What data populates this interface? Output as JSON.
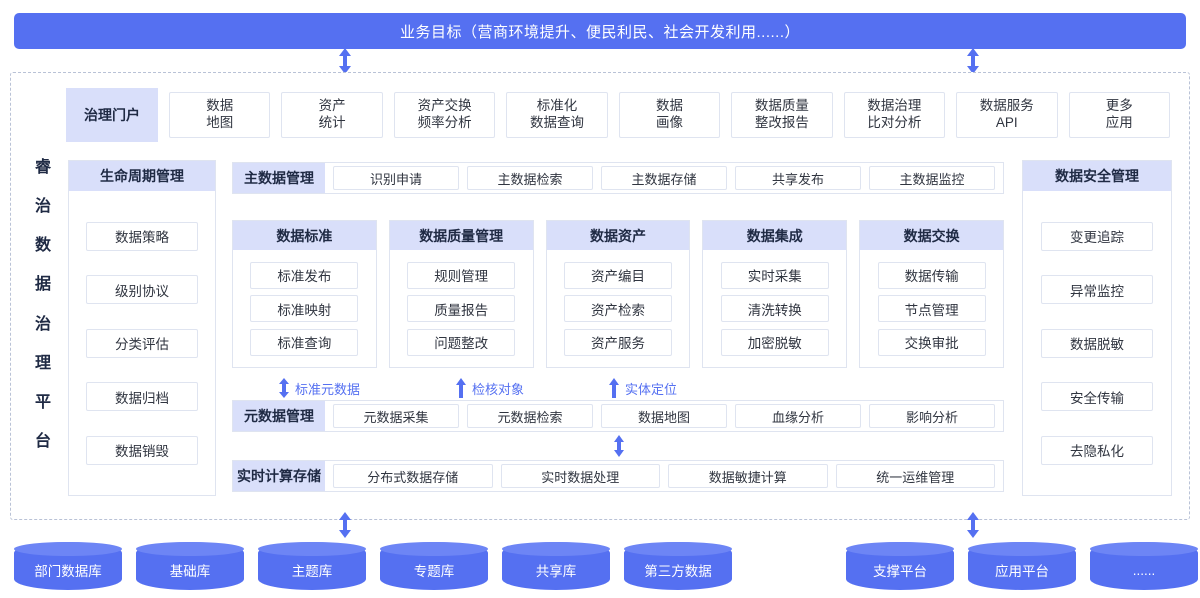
{
  "banner": {
    "title": "业务目标（营商环境提升、便民利民、社会开发利用......）"
  },
  "platform": {
    "vertical_title": [
      "睿",
      "治",
      "数",
      "据",
      "治",
      "理",
      "平",
      "台"
    ]
  },
  "portal": {
    "head": "治理门户",
    "items": [
      {
        "line1": "数据",
        "line2": "地图"
      },
      {
        "line1": "资产",
        "line2": "统计"
      },
      {
        "line1": "资产交换",
        "line2": "频率分析"
      },
      {
        "line1": "标准化",
        "line2": "数据查询"
      },
      {
        "line1": "数据",
        "line2": "画像"
      },
      {
        "line1": "数据质量",
        "line2": "整改报告"
      },
      {
        "line1": "数据治理",
        "line2": "比对分析"
      },
      {
        "line1": "数据服务",
        "line2": "API"
      },
      {
        "line1": "更多",
        "line2": "应用"
      }
    ]
  },
  "lifecycle": {
    "head": "生命周期管理",
    "items": [
      "数据策略",
      "级别协议",
      "分类评估",
      "数据归档",
      "数据销毁"
    ]
  },
  "security": {
    "head": "数据安全管理",
    "items": [
      "变更追踪",
      "异常监控",
      "数据脱敏",
      "安全传输",
      "去隐私化"
    ]
  },
  "master_data": {
    "head": "主数据管理",
    "items": [
      "识别申请",
      "主数据检索",
      "主数据存储",
      "共享发布",
      "主数据监控"
    ]
  },
  "capabilities": [
    {
      "head": "数据标准",
      "items": [
        "标准发布",
        "标准映射",
        "标准查询"
      ]
    },
    {
      "head": "数据质量管理",
      "items": [
        "规则管理",
        "质量报告",
        "问题整改"
      ]
    },
    {
      "head": "数据资产",
      "items": [
        "资产编目",
        "资产检索",
        "资产服务"
      ]
    },
    {
      "head": "数据集成",
      "items": [
        "实时采集",
        "清洗转换",
        "加密脱敏"
      ]
    },
    {
      "head": "数据交换",
      "items": [
        "数据传输",
        "节点管理",
        "交换审批"
      ]
    }
  ],
  "annotations": [
    {
      "label": "标准元数据",
      "arrow": "double-arrow-icon"
    },
    {
      "label": "检核对象",
      "arrow": "up-arrow-icon"
    },
    {
      "label": "实体定位",
      "arrow": "up-arrow-icon"
    }
  ],
  "metadata": {
    "head": "元数据管理",
    "items": [
      "元数据采集",
      "元数据检索",
      "数据地图",
      "血缘分析",
      "影响分析"
    ]
  },
  "realtime": {
    "head": "实时计算存储",
    "items": [
      "分布式数据存储",
      "实时数据处理",
      "数据敏捷计算",
      "统一运维管理"
    ]
  },
  "sources_left": [
    "部门数据库",
    "基础库",
    "主题库",
    "专题库",
    "共享库",
    "第三方数据"
  ],
  "sources_right": [
    "支撑平台",
    "应用平台",
    "......"
  ],
  "colors": {
    "accent": "#5570f1",
    "head_band": "#d9dffa",
    "chip_border": "#dfe4f0",
    "text_dark": "#1f2a44",
    "frame_dash": "#b9c2d6"
  }
}
